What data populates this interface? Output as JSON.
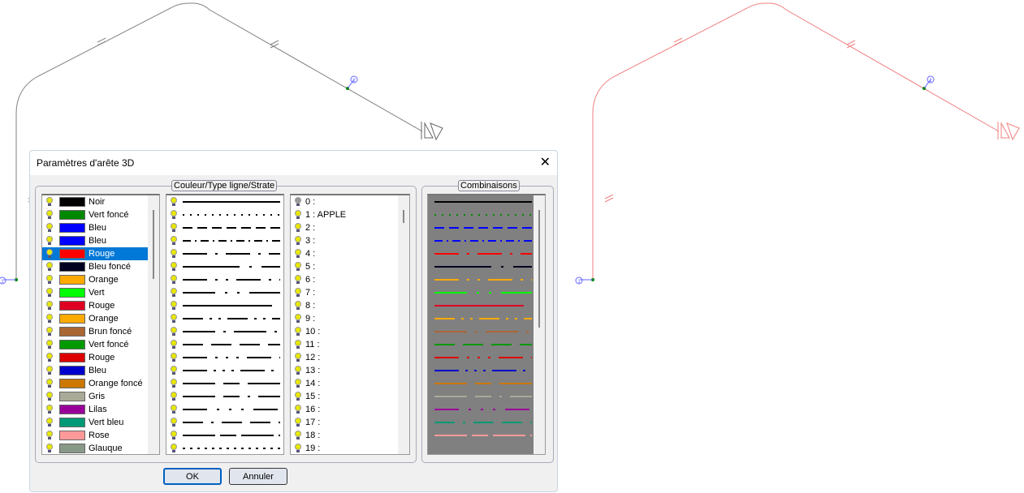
{
  "drawing": {
    "node_left_1": "1",
    "node_left_2": "2",
    "node_right_1": "1",
    "node_right_2": "2",
    "left_color": "#808080",
    "right_color": "#f08080"
  },
  "dialog": {
    "title": "Paramètres d'arête 3D",
    "group_main": "Couleur/Type ligne/Strate",
    "group_comb": "Combinaisons",
    "ok": "OK",
    "cancel": "Annuler"
  },
  "colors": [
    {
      "name": "Noir",
      "hex": "#000000"
    },
    {
      "name": "Vert foncé",
      "hex": "#008800"
    },
    {
      "name": "Bleu",
      "hex": "#0000ff"
    },
    {
      "name": "Bleu",
      "hex": "#0000ff"
    },
    {
      "name": "Rouge",
      "hex": "#ff0000",
      "selected": true
    },
    {
      "name": "Bleu foncé",
      "hex": "#000020"
    },
    {
      "name": "Orange",
      "hex": "#ffaa00"
    },
    {
      "name": "Vert",
      "hex": "#00ff00"
    },
    {
      "name": "Rouge",
      "hex": "#dd0022"
    },
    {
      "name": "Orange",
      "hex": "#ffaa00"
    },
    {
      "name": "Brun foncé",
      "hex": "#aa6633"
    },
    {
      "name": "Vert foncé",
      "hex": "#009900"
    },
    {
      "name": "Rouge",
      "hex": "#dd0000"
    },
    {
      "name": "Bleu",
      "hex": "#0000cc"
    },
    {
      "name": "Orange foncé",
      "hex": "#cc7700"
    },
    {
      "name": "Gris",
      "hex": "#aaaa99"
    },
    {
      "name": "Lilas",
      "hex": "#990099"
    },
    {
      "name": "Vert bleu",
      "hex": "#009977"
    },
    {
      "name": "Rose",
      "hex": "#ff9999"
    },
    {
      "name": "Glauque",
      "hex": "#889988"
    }
  ],
  "strata": [
    {
      "label": "0 :",
      "off": true
    },
    {
      "label": "1 : APPLE"
    },
    {
      "label": "2 :"
    },
    {
      "label": "3 :"
    },
    {
      "label": "4 :"
    },
    {
      "label": "5 :"
    },
    {
      "label": "6 :"
    },
    {
      "label": "7 :"
    },
    {
      "label": "8 :"
    },
    {
      "label": "9 :"
    },
    {
      "label": "10 :"
    },
    {
      "label": "11 :"
    },
    {
      "label": "12 :"
    },
    {
      "label": "13 :"
    },
    {
      "label": "14 :"
    },
    {
      "label": "15 :"
    },
    {
      "label": "16 :"
    },
    {
      "label": "17 :"
    },
    {
      "label": "18 :"
    },
    {
      "label": "19 :"
    }
  ]
}
